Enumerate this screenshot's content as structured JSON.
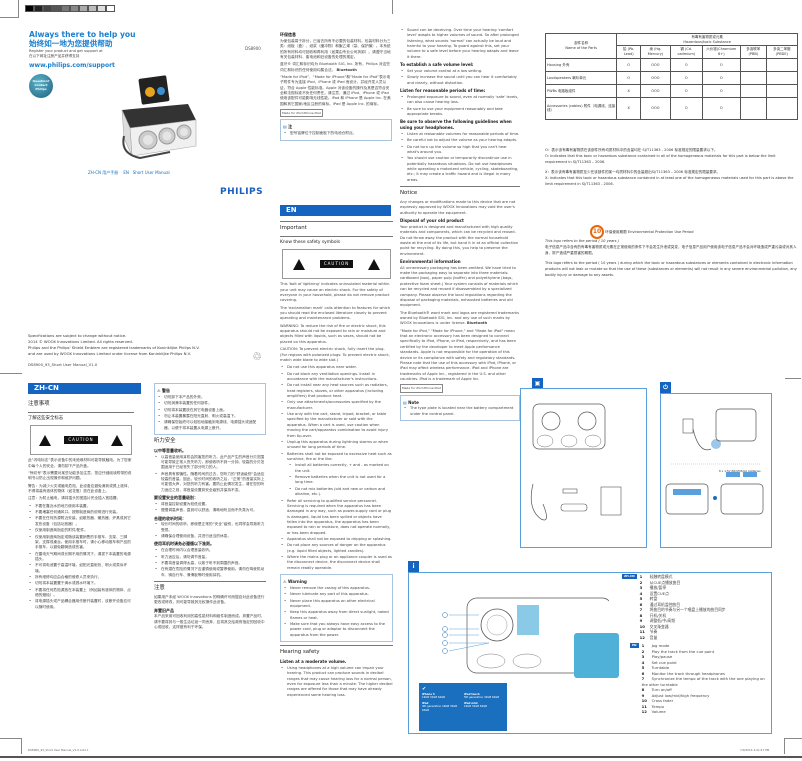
{
  "cover": {
    "tagline_en": "Always there to help you",
    "tagline_zh": "始终如一地为您提供帮助",
    "register_en": "Register your product and get support at",
    "register_zh": "在以下网址注册产品并获得支持",
    "url": "www.philips.com/support",
    "question_badge": "Question? Contact Philips",
    "model": "DS8900",
    "lang_zh": "ZH-CN  用户手册",
    "lang_en": "EN",
    "manual_title": "Short User Manual",
    "brand": "PHILIPS"
  },
  "legal": {
    "line1": "Specifications are subject to change without notice.",
    "line2": "2014 © WOOX Innovations Limited. All rights reserved.",
    "line3": "Philips and the Philips' Shield Emblem are registered trademarks of Koninklijke Philips N.V.",
    "line4": "and are used by WOOX Innovations Limited under license from Koninklijke Philips N.V.",
    "doc_id": "DS8900_93_Short User Manual_V1.0"
  },
  "zh": {
    "banner": "ZH-CN",
    "title": "注意事项",
    "subtitle": "了解这些安全标志",
    "caution": "CAUTION",
    "para1": "此“闪电标志”表示设备中的未绝缘材料可能导致触电。为了您家中每个人的安全，请勿卸下产品外盖。",
    "para2": "“惊叹号”表示需要对某些功能多加注意，您应仔细阅读附带的说明书以防止出现操作和维护问题。",
    "para3": "警告：为减少火灾或触电危险，此设备应避免滴到或溅上液体，不得将装有液体的物体（如花瓶）放在此设备上。",
    "para4": "注意：为防止触电，请将插头的宽插片完全插入宽插槽。",
    "bullets": [
      "不要在靠近水的地方使用本装置。",
      "不要堵塞任何通风口。按照制造商的说明进行安装。",
      "不要在任何热源附近安装，如散热器、暖热器、炉具或其它发热设备（包括功放器）。",
      "仅使用制造商指定的附件/配件。",
      "仅使用制造商指定或随该装置销售的手推车、支架、三脚架、支撑或桌台。使用手推车时，请小心移动推车和产品的手推车，以避免翻倒造成伤害。",
      "在雷电天气期间或长期不用的情况下，请拔下本装置的电源插头。",
      "不可将电池置于高温环境，如阳光直射处、明火或类似环境。",
      "所有维修均应由合格的维修人员来执行。",
      "切勿将本装置置于滴水或溅水环境下。",
      "不要将任何危险源放在本装置上（例如装有液体的物体、点燃的蜡烛）。",
      "将电源插头或产品耦合器用作断开装置时，该断开设备应可以随时使用。"
    ],
    "warning_title": "警告",
    "warning_items": [
      "切勿卸下本产品的外壳。",
      "切勿润滑本装置的任何部件。",
      "切勿将本装置放在其它电器设备上面。",
      "勿让本装置暴露在阳光直射、明火或高温下。",
      "请确保您始终可以轻松地接触到电源线、电源插头或适配器，以便于将本装置从电源上断开。"
    ],
    "hearing_title": "听力安全",
    "hearing_sub": "以中等音量收听。",
    "hearing_bullets": [
      "以高音量使用耳机会损害您的听力。此产品产生的声音分贝范围可能导致正常人丧失听力，即使收听不到一分钟。较高的分贝范围适用于已经丧失了部分听力的人。",
      "声音具有欺骗性。随着时间的过去，您听力的“舒适级别”会适应较高的音量。因此，较长时间的收听之后，“正常”的音量实际上可能很大声，对您的听力有害。要防止此情况发生，请在您的听力适应之前，将音量设置到安全级别并保持不变。"
    ],
    "safe_level_title": "要设置安全的音量级别：",
    "safe_level_items": [
      "将音量控制设置为较低设置。",
      "慢慢调高声音，直到可以舒适、清晰地听见而不失真为可。"
    ],
    "period_title": "合理的收听时间：",
    "period_items": [
      "较长时间的收听，即使是正常的“安全”级别，也同样会导致听力受损。",
      "请确保合理使用设备，并进行适当的休息。"
    ],
    "headphone_title": "使用耳机时请务必遵循以下准则。",
    "headphone_items": [
      "在合理时间内以合理音量收听。",
      "听力适应后，请勿调节音量。",
      "不要将音量调得太高，以致于听不到周围的声音。",
      "在有潜在危险的情况下应谨慎使用或暂停使用。请勿在驾驶机动车、骑自行车、滑滑板等时使用耳机。"
    ],
    "notice_title": "注意",
    "notice_text": "如果用户未经 WOOX Innovations 的明确许可而擅自对此设备进行更改或修改，则可能导致其无权操作此设备。",
    "disposal_title": "弃置旧产品",
    "disposal_text": "本产品采用可回收利用的高性能材料和组件制造而成。弃置产品时，请不要将其与一般生活垃圾一同丢弃，应将其交给政府指定的回收中心或回收，这样做有利于环保。"
  },
  "zh_env": {
    "title": "环保信息",
    "text": "为使包装易于拆分，已省去所有不必要的包装材料。包装材料分为三类：纸板（盒）、纸浆（缓冲物）和聚乙烯（袋、保护膜）。本系统的所有材料均可回收和再利用（如果由专业公司拆卸）。请遵守当地有关包装材料、废电池和旧设备的处理的规定。",
    "bluetooth": "蓝牙® 词汇和标识均为 Bluetooth SIG, Inc. 所有，Philips 对这些词汇和标识的任何使用均属合法。",
    "bt_logo": "Bluetooth",
    "apple": "“Made for iPod”、“Made for iPhone”和“Made for iPad”表示电子附件专为连接 iPod、iPhone 或 iPad 而设计，并经开发人员认证，符合 Apple 性能标准。Apple 对该设备的操作及其是否符合安全和法规标准不负任何责任。请注意，通过 iPod、iPhone 或 iPad 使用该配件可能影响无线性能。iPod 和 iPhone 是 Apple Inc. 在美国和其它国家/地区注册的商标。iPad 是 Apple Inc. 的商标。",
    "mfi_badge": "Made for iPod  iPhone  iPad",
    "note_title": "注",
    "note_text": "型号铭牌位于控制面板下的电池仓附近。"
  },
  "en": {
    "banner": "EN",
    "title": "Important",
    "subtitle": "Know these safety symbols",
    "caution": "CAUTION",
    "para1": "This 'bolt of lightning' indicates uninsulated material within your unit may cause an electric shock. For the safety of everyone in your household, please do not remove product covering.",
    "para2": "The 'exclamation mark' calls attention to features for which you should read the enclosed literature closely to prevent operating and maintenance problems.",
    "para3": "WARNING: To reduce the risk of fire or electric shock, this apparatus should not be exposed to rain or moisture and objects filled with liquids, such as vases, should not be placed on this apparatus.",
    "para4": "CAUTION: To prevent electric shock, fully insert the plug. (For regions with polarized plugs: To prevent electric shock, match wide blade to wide slot.)",
    "bullets": [
      "Do not use this apparatus near water.",
      "Do not block any ventilation openings. Install in accordance with the manufacturer's instructions.",
      "Do not install near any heat sources such as radiators, heat registers, stoves, or other apparatus (including amplifiers) that produce heat.",
      "Only use attachments/accessories specified by the manufacturer.",
      "Use only with the cart, stand, tripod, bracket, or table specified by the manufacturer or sold with the apparatus. When a cart is used, use caution when moving the cart/apparatus combination to avoid injury from tip-over.",
      "Unplug this apparatus during lightning storms or when unused for long periods of time.",
      "Batteries shall not be exposed to excessive heat such as sunshine, fire or the like."
    ],
    "battery_items": [
      "Install all batteries correctly, + and - as marked on the unit.",
      "Remove batteries when the unit is not used for a long time.",
      "Do not mix batteries (old and new or carbon and alkaline, etc.)."
    ],
    "bullets2": [
      "Refer all servicing to qualified service personnel. Servicing is required when the apparatus has been damaged in any way, such as power-supply cord or plug is damaged, liquid has been spilled or objects have fallen into the apparatus, the apparatus has been exposed to rain or moisture, does not operate normally, or has been dropped.",
      "Apparatus shall not be exposed to dripping or splashing.",
      "Do not place any sources of danger on the apparatus (e.g. liquid filled objects, lighted candles).",
      "Where the mains plug or an appliance coupler is used as the disconnect device, the disconnect device shall remain readily operable."
    ],
    "warning_title": "Warning",
    "warning_items": [
      "Never remove the casing of this apparatus.",
      "Never lubricate any part of this apparatus.",
      "Never place this apparatus on other electrical equipment.",
      "Keep this apparatus away from direct sunlight, naked flames or heat.",
      "Make sure that you always have easy access to the power cord, plug or adaptor to disconnect the apparatus from the power."
    ],
    "hearing_title": "Hearing safety",
    "hearing_sub": "Listen at a moderate volume.",
    "hearing_bullets": [
      "Using headphones at a high volume can impair your hearing. This product can produce sounds in decibel ranges that may cause hearing loss for a normal person, even for exposure less than a minute. The higher decibel ranges are offered for those that may have already experienced some hearing loss.",
      "Sound can be deceiving. Over time your hearing 'comfort level' adapts to higher volumes of sound. So after prolonged listening, what sounds 'normal' can actually be loud and harmful to your hearing. To guard against this, set your volume to a safe level before your hearing adapts and leave it there."
    ],
    "safe_level_title": "To establish a safe volume level:",
    "safe_level_items": [
      "Set your volume control at a low setting.",
      "Slowly increase the sound until you can hear it comfortably and clearly, without distortion."
    ],
    "period_title": "Listen for reasonable periods of time:",
    "period_items": [
      "Prolonged exposure to sound, even at normally 'safe' levels, can also cause hearing loss.",
      "Be sure to use your equipment reasonably and take appropriate breaks."
    ],
    "headphone_title": "Be sure to observe the following guidelines when using your headphones.",
    "headphone_items": [
      "Listen at reasonable volumes for reasonable periods of time.",
      "Be careful not to adjust the volume as your hearing adapts.",
      "Do not turn up the volume so high that you can't hear what's around you.",
      "You should use caution or temporarily discontinue use in potentially hazardous situations. Do not use headphones while operating a motorized vehicle, cycling, skateboarding, etc.; it may create a traffic hazard and is illegal in many areas."
    ],
    "notice_title": "Notice",
    "notice_text": "Any changes or modifications made to this device that are not expressly approved by WOOX Innovations may void the user's authority to operate the equipment.",
    "disposal_title": "Disposal of your old product",
    "disposal_text": "Your product is designed and manufactured with high quality materials and components, which can be recycled and reused. Do not throw away the product with the normal household waste at the end of its life, but hand it in at an official collection point for recycling. By doing this, you help to preserve the environment.",
    "env_title": "Environmental information",
    "env_text": "All unnecessary packaging has been omitted. We have tried to make the packaging easy to separate into three materials: cardboard (box), paper pulp (buffer) and polyethylene (bags, protective foam sheet.) Your system consists of materials which can be recycled and reused if disassembled by a specialized company. Please observe the local regulations regarding the disposal of packaging materials, exhausted batteries and old equipment.",
    "bluetooth": "The Bluetooth® word mark and logos are registered trademarks owned by Bluetooth SIG, Inc. and any use of such marks by WOOX Innovations is under license.",
    "bt_logo": "Bluetooth",
    "apple": "\"Made for iPod,\" \"Made for iPhone,\" and \"Made for iPad\" mean that an electronic accessory has been designed to connect specifically to iPod, iPhone, or iPad, respectively, and has been certified by the developer to meet Apple performance standards. Apple is not responsible for the operation of this device or its compliance with safety and regulatory standards. Please note that the use of this accessory with iPod, iPhone, or iPad may affect wireless performance. iPod and iPhone are trademarks of Apple Inc., registered in the U.S. and other countries. iPad is a trademark of Apple Inc.",
    "mfi_badge": "Made for iPod  iPhone  iPad",
    "note_title": "Note",
    "note_text": "The type plate is located near the battery compartment under the control panel."
  },
  "hazard": {
    "title_zh": "有毒有害物质或元素",
    "title_en": "Hazardous/toxic Substance",
    "part_header_zh": "部件名称",
    "part_header_en": "Name of the Parts",
    "columns": [
      "铅 (Pb. Lead)",
      "汞 (Hg. Mercury)",
      "镉 (Cd. cadmium)",
      "六价铬(Chromium 6+)",
      "多溴联苯 (PBB)",
      "多溴二苯醚 (PBDE)"
    ],
    "rows": [
      {
        "part": "Housing 外壳",
        "values": [
          "O",
          "OOO",
          "O",
          "O",
          "",
          ""
        ]
      },
      {
        "part": "Loudspeakers 喇叭单元",
        "values": [
          "O",
          "OOO",
          "O",
          "O",
          "",
          ""
        ]
      },
      {
        "part": "PWBs 电路板组件",
        "values": [
          "X",
          "OOO",
          "O",
          "O",
          "",
          ""
        ]
      },
      {
        "part": "Accessories (cables) 附件（电源线、连接线）",
        "values": [
          "X",
          "OOO",
          "O",
          "O",
          "",
          ""
        ]
      }
    ],
    "note_o_zh": "O：表示该有毒有害物质在该部件所有均质材料中的含量均在 SJ/T11363 - 2006 标准规定的限量要求以下。",
    "note_o_en": "O: Indicates that this toxic or hazardous substance contained in all of the homogeneous materials for this part is below the limit requirement in SJ/T11363 – 2006.",
    "note_x_zh": "X：表示该有毒有害物质至少在该部件的某一均质材料中的含量超出SJ/T11363 – 2006 标准规定的限量要求。",
    "note_x_en": "X: Indicates that this toxic or hazardous substance contained in at least one of the homogeneous materials used for this part is above the limit requirement in SJ/T11363 - 2006."
  },
  "epup": {
    "badge": "10",
    "title": "环保使用期限 Environmental Protection Use Period",
    "subtitle": "This logo refers to the period ( 10 years )",
    "text_zh": "电子信息产品中含有的有毒有害物质或元素在正常使用的条件下不会发生外泄或突变，电子信息产品用户使用该电子信息产品不会对环境造成严重污染或对其人身、财产造成严重损害的期限。",
    "text_en": "This logo refers to the period ( 10 years ) during which the toxic or hazardous substances or elements contained in electronic information products will not leak or mutate so that the use of these (substances or elements) will not result in any severe environmental pollution, any bodily injury or damage to any assets."
  },
  "diagrams": {
    "in_box_icon": "box-icon",
    "power_icon": "⏻",
    "battery_label": "6 x 1.5V R6/UM3/AA batteries",
    "info_icon": "i",
    "compat": [
      {
        "device": "iPhone 5",
        "detail": "16GB 32GB 64GB"
      },
      {
        "device": "iPod touch",
        "detail": "5th generation 32GB 64GB"
      },
      {
        "device": "iPad",
        "detail": "4th generation 16GB 32GB 64GB"
      },
      {
        "device": "iPad mini",
        "detail": "16GB 32GB 64GB"
      }
    ],
    "callouts": [
      "1",
      "2",
      "3",
      "4",
      "5",
      "6",
      "7",
      "8",
      "9",
      "10",
      "11",
      "12"
    ]
  },
  "controls": {
    "zh_tag": "ZH-CN",
    "en_tag": "EN",
    "zh": [
      "轻触转盘模式",
      "从CUE点播放曲目",
      "播放/暂停",
      "设置CUE点",
      "转盘",
      "通过耳机监控曲目",
      "将曲目的节奏与另一个唱盘上播放的曲目同步",
      "开机/关机",
      "调整低/中/高频",
      "交叉渐变器",
      "节奏",
      "音量"
    ],
    "en": [
      "Jog mode",
      "Play the track from the cue point",
      "Play/pause",
      "Set cue point",
      "Turntable",
      "Monitor the track through headphones",
      "Synchronize the tempo of the track with the one playing on the other turntable",
      "Turn on/off",
      "Adjust low/mid/high frequency",
      "Cross fader",
      "Tempo",
      "Volume"
    ]
  },
  "footer": {
    "left": "DS8900_93_Short User Manual_V1.0.indd 1",
    "right": "7/9/2014 4:41:47 PM"
  }
}
